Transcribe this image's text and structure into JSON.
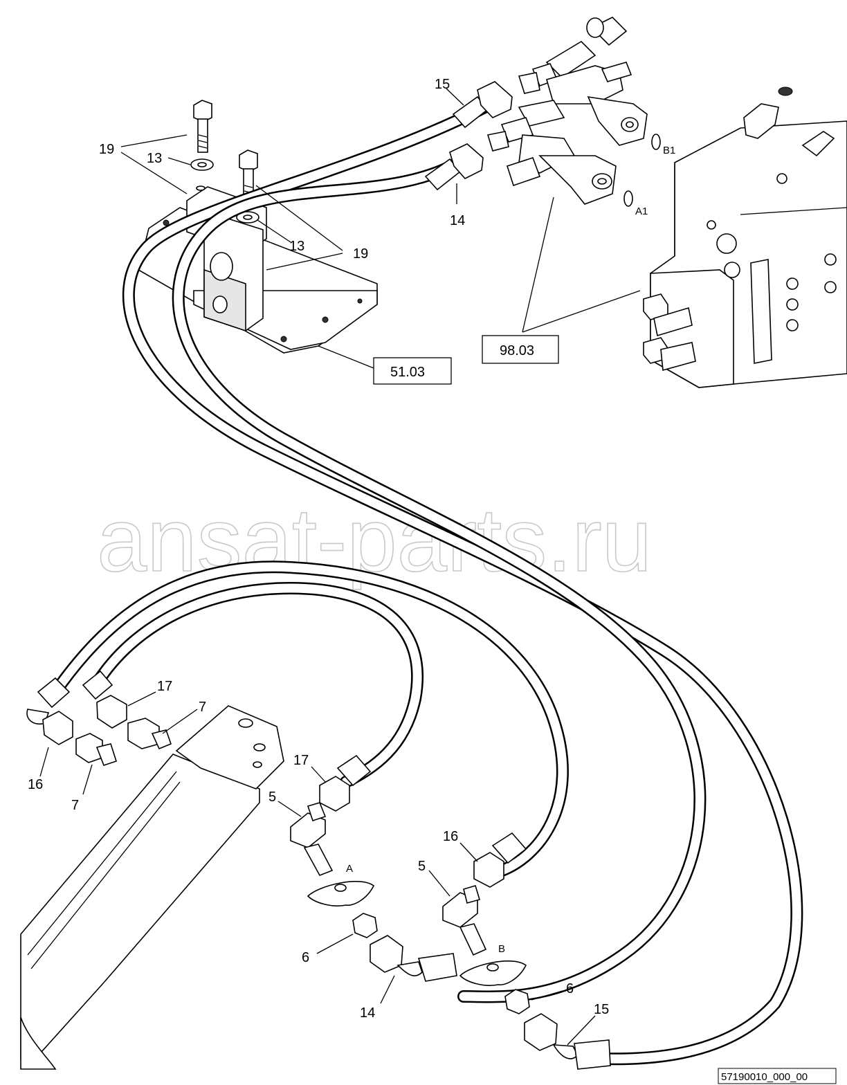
{
  "watermark": "ansat-parts.ru",
  "figure_id": "57190010_000_00",
  "reference_boxes": [
    "51.03",
    "98.03"
  ],
  "port_labels": [
    "A",
    "B",
    "A1",
    "B1"
  ],
  "callouts": [
    "13",
    "13",
    "19",
    "19",
    "15",
    "14",
    "17",
    "7",
    "7",
    "16",
    "17",
    "5",
    "16",
    "5",
    "6",
    "14",
    "6",
    "15"
  ]
}
